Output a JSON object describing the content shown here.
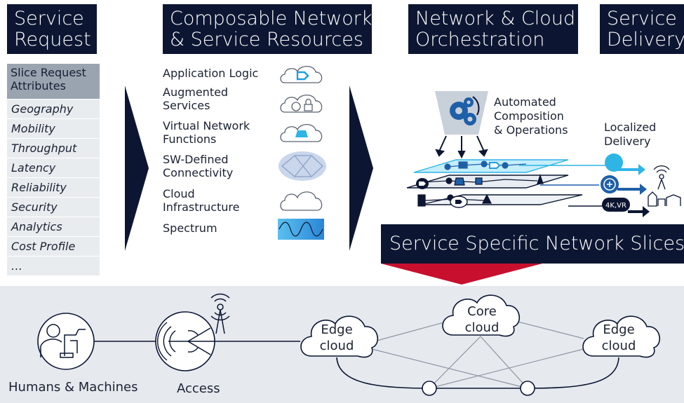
{
  "headers": {
    "service_request": [
      "Service",
      "Request"
    ],
    "composable": [
      "Composable Network",
      "& Service Resources"
    ],
    "orchestration": [
      "Network & Cloud",
      "Orchestration"
    ],
    "delivery": [
      "Service",
      "Delivery"
    ]
  },
  "slice_attributes": {
    "title": "Slice Request Attributes",
    "items": [
      "Geography",
      "Mobility",
      "Throughput",
      "Latency",
      "Reliability",
      "Security",
      "Analytics",
      "Cost Profile",
      "…"
    ]
  },
  "resources": {
    "application_logic": "Application Logic",
    "augmented_services": [
      "Augmented",
      "Services"
    ],
    "vnf": [
      "Virtual Network",
      "Functions"
    ],
    "sdn": [
      "SW-Defined",
      "Connectivity"
    ],
    "cloud_infra": [
      "Cloud",
      "Infrastructure"
    ],
    "spectrum": "Spectrum"
  },
  "orchestration": {
    "automated": [
      "Automated",
      "Composition",
      "& Operations"
    ],
    "localized": [
      "Localized",
      "Delivery"
    ],
    "badge": "4K,VR"
  },
  "slices_banner": "Service Specific Network Slices",
  "bottom": {
    "humans_machines": "Humans & Machines",
    "access": "Access",
    "edge_left": [
      "Edge",
      "cloud"
    ],
    "core": [
      "Core",
      "cloud"
    ],
    "edge_right": [
      "Edge",
      "cloud"
    ]
  },
  "colors": {
    "navy": "#0c1632",
    "accent_blue": "#1e9ee0",
    "cyan": "#2fb4e6",
    "red": "#c8102e",
    "panel_gray": "#e6e9ee"
  }
}
